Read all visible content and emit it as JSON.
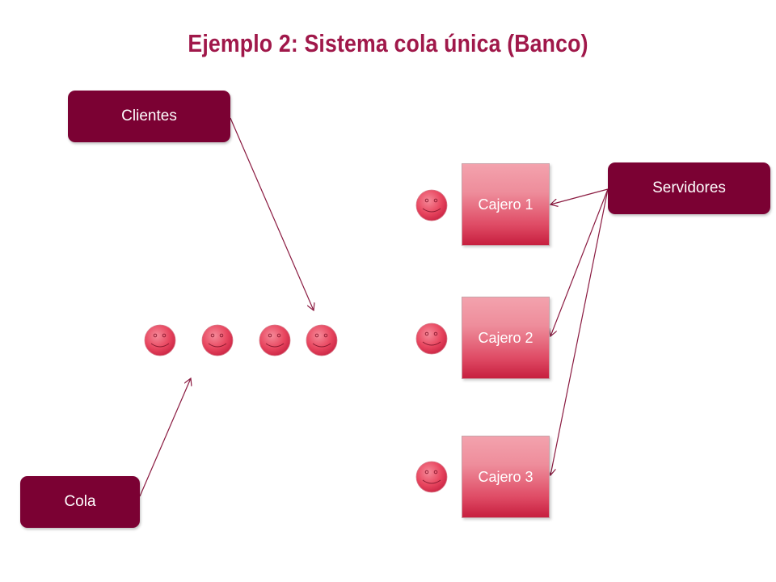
{
  "title": "Ejemplo 2: Sistema cola única (Banco)",
  "colors": {
    "title": "#a0184a",
    "label_box": "#7b0133",
    "arrow": "#8a1a40",
    "cajero_top": "#f3a2ad",
    "cajero_bottom": "#c71f3f",
    "smiley": "#e8465f"
  },
  "labels": {
    "clientes": "Clientes",
    "servidores": "Servidores",
    "cola": "Cola"
  },
  "cajeros": [
    "Cajero 1",
    "Cajero 2",
    "Cajero 3"
  ],
  "icons": {
    "customer": "smiley-face-icon"
  }
}
